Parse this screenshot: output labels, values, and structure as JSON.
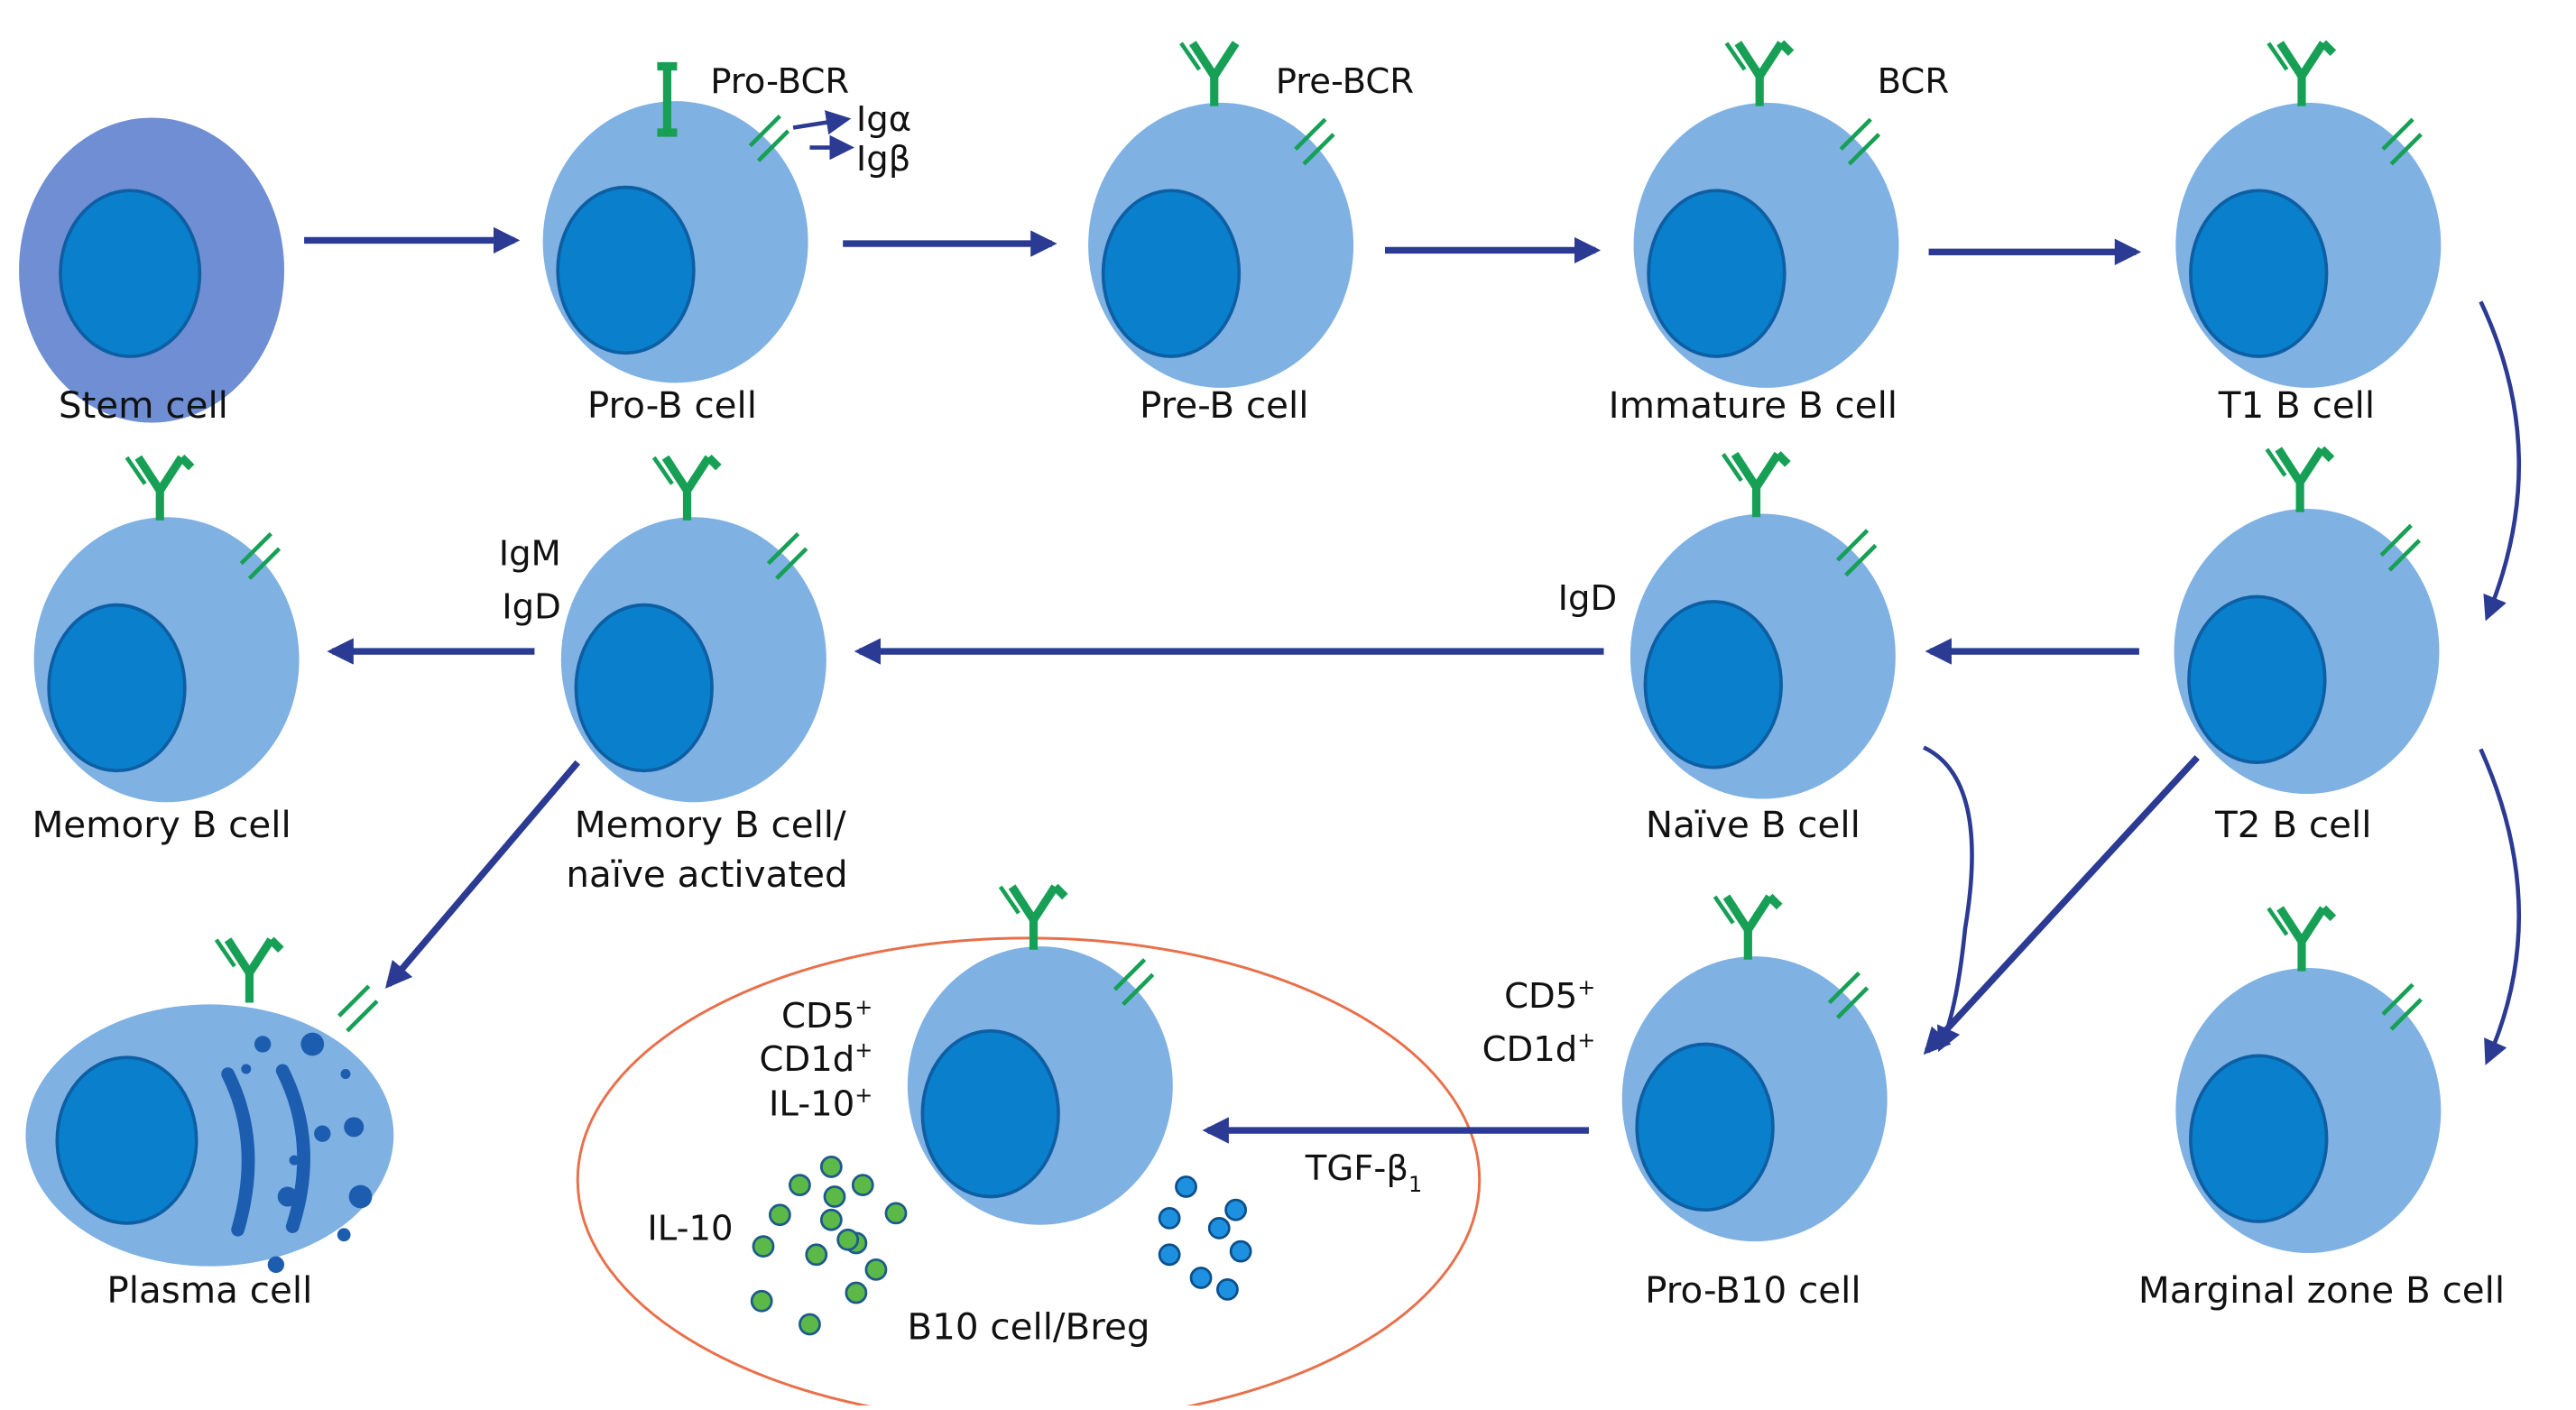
{
  "title": "B cell development pathway",
  "colors": {
    "cell_cytoplasm": "#7fb1e3",
    "stem_cytoplasm": "#6f8ed3",
    "nucleus": "#0a80cc",
    "receptor_green": "#17a055",
    "arrow_navy": "#2b3a93",
    "breg_boundary": "#e8704a",
    "il10_dot": "#5cb947",
    "tgf_dot": "#1e90e0"
  },
  "cells": {
    "stem": {
      "label": "Stem cell"
    },
    "pro_b": {
      "label": "Pro-B cell"
    },
    "pre_b": {
      "label": "Pre-B cell"
    },
    "immature_b": {
      "label": "Immature B cell"
    },
    "t1_b": {
      "label": "T1 B cell"
    },
    "memory_b": {
      "label": "Memory B cell"
    },
    "memory_naive_activated": {
      "label_line1": "Memory B cell/",
      "label_line2": "naïve activated"
    },
    "naive_b": {
      "label": "Naïve B cell"
    },
    "t2_b": {
      "label": "T2 B cell"
    },
    "plasma": {
      "label": "Plasma cell"
    },
    "b10_breg": {
      "label": "B10 cell/Breg"
    },
    "pro_b10": {
      "label": "Pro-B10 cell"
    },
    "marginal_zone_b": {
      "label": "Marginal zone B cell"
    }
  },
  "annotations": {
    "pro_bcr": "Pro-BCR",
    "ig_alpha": "Igα",
    "ig_beta": "Igβ",
    "pre_bcr": "Pre-BCR",
    "bcr": "BCR",
    "igm": "IgM",
    "igd_left": "IgD",
    "igd_right": "IgD",
    "pro_b10_markers": {
      "cd5": "CD5",
      "cd1d": "CD1d",
      "sup": "+"
    },
    "b10_markers": {
      "cd5": "CD5",
      "cd1d": "CD1d",
      "il10": "IL-10",
      "sup": "+"
    },
    "il10_secreted": "IL-10",
    "tgf": "TGF-β",
    "tgf_sub": "1"
  }
}
